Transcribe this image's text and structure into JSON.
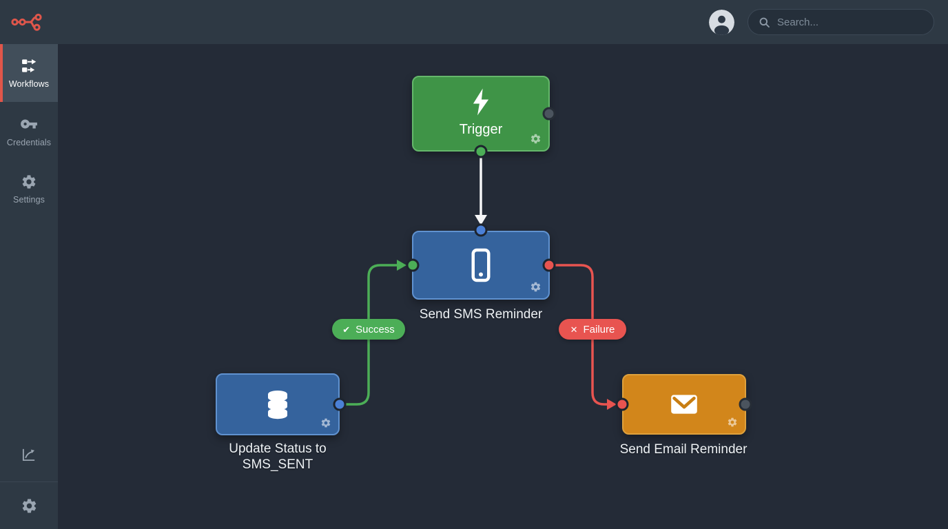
{
  "header": {
    "logo_name": "workflow-app-logo",
    "search": {
      "placeholder": "Search..."
    }
  },
  "sidebar": {
    "items": [
      {
        "label": "Workflows",
        "icon": "workflow-icon",
        "active": true
      },
      {
        "label": "Credentials",
        "icon": "key-icon",
        "active": false
      },
      {
        "label": "Settings",
        "icon": "gear-icon",
        "active": false
      }
    ],
    "footer_icons": [
      {
        "icon": "analytics-icon"
      },
      {
        "icon": "gear-icon"
      }
    ]
  },
  "canvas": {
    "nodes": [
      {
        "id": "trigger",
        "label": "Trigger",
        "icon": "lightning-icon",
        "color": "#3f9447",
        "border_color": "#65b76b"
      },
      {
        "id": "send-sms",
        "label": "Send SMS Reminder",
        "icon": "smartphone-icon",
        "color": "#35639d",
        "border_color": "#6092d0"
      },
      {
        "id": "update-status",
        "label": "Update Status to SMS_SENT",
        "icon": "database-icon",
        "color": "#35639d",
        "border_color": "#6092d0"
      },
      {
        "id": "send-email",
        "label": "Send Email Reminder",
        "icon": "envelope-icon",
        "color": "#d2861b",
        "border_color": "#dfa13c"
      }
    ],
    "connections": [
      {
        "from": "trigger",
        "to": "send-sms",
        "color": "#f5f6f7",
        "label": ""
      },
      {
        "from": "update-status",
        "to": "send-sms",
        "color": "#4cae57",
        "label": "Success",
        "icon": "check-icon",
        "icon_glyph": "✔"
      },
      {
        "from": "send-sms",
        "to": "send-email",
        "color": "#e85450",
        "label": "Failure",
        "icon": "x-icon",
        "icon_glyph": "✕"
      }
    ]
  },
  "colors": {
    "accent": "#e0564a",
    "header_bg": "#2e3944",
    "canvas_bg": "#242b37",
    "success": "#4cae57",
    "failure": "#e85450",
    "node_blue": "#35639d",
    "node_green": "#3f9447",
    "node_orange": "#d2861b"
  }
}
